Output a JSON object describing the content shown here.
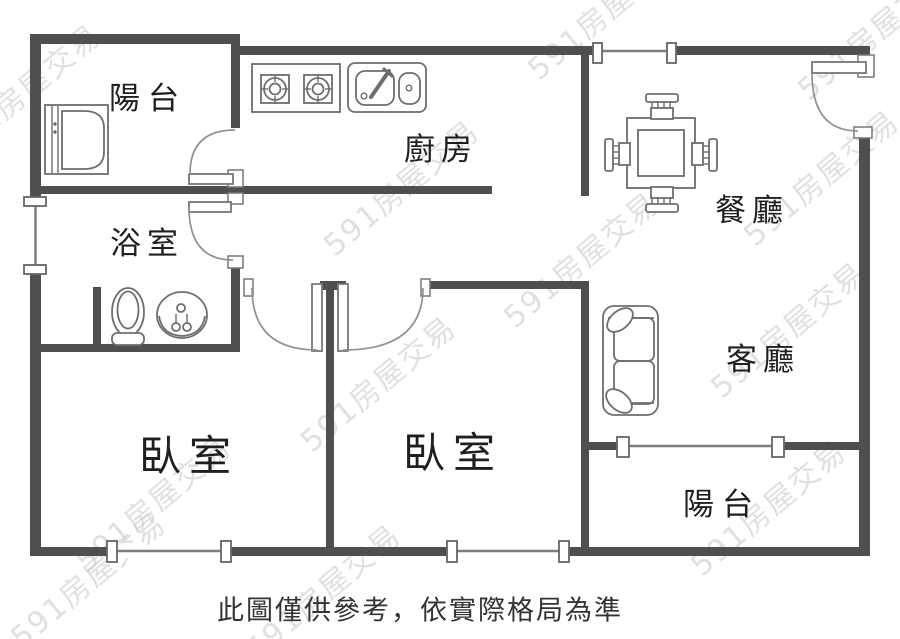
{
  "meta": {
    "caption": "此圖僅供參考，依實際格局為準",
    "watermark": "591房屋交易"
  },
  "rooms": {
    "balcony_top": "陽台",
    "kitchen": "廚房",
    "dining": "餐廳",
    "bathroom": "浴室",
    "bedroom_left": "臥室",
    "bedroom_middle": "臥室",
    "living": "客廳",
    "balcony_bottom": "陽台"
  },
  "furniture_icons": {
    "washer": "washing-machine",
    "stove": "two-burner-gas-stove",
    "sink": "double-kitchen-sink",
    "table": "dining-table-with-4-chairs",
    "toilet": "toilet",
    "basin": "wash-basin",
    "sofa": "two-seat-sofa"
  },
  "colors": {
    "wall": "#4f4f4f",
    "fixture_stroke": "#6e6e6e",
    "door_arc": "#919191",
    "label_text": "#1f1f1f",
    "caption_text": "#333333",
    "watermark": "#cdcdcd",
    "background": "#ffffff"
  }
}
